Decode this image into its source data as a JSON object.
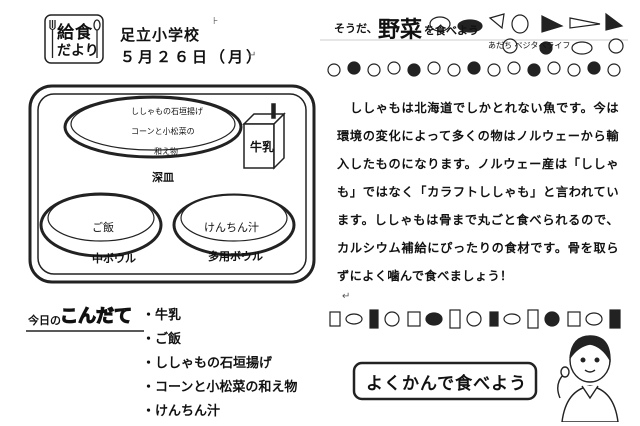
{
  "header": {
    "logo_line1": "給食",
    "logo_line2": "だより",
    "school": "足立小学校",
    "date": "５月２６日（月）"
  },
  "tray": {
    "deep_plate_items": [
      "ししゃもの石垣揚げ",
      "コーンと小松菜の",
      "和え物"
    ],
    "deep_plate_label": "深皿",
    "milk_text": "牛乳",
    "mid_bowl_item": "ご飯",
    "mid_bowl_label": "中ボウル",
    "multi_bowl_item": "けんちん汁",
    "multi_bowl_label": "多用ボウル"
  },
  "banner": {
    "line1_small": "そうだ、",
    "line1_big": "野菜",
    "line1_tail": "を食べよう",
    "line2": "あだち ベジタベライフ"
  },
  "article": {
    "text": "ししゃもは北海道でしかとれない魚です。今は環境の変化によって多くの物はノルウェーから輸入したものになります。ノルウェー産は「ししゃも」ではなく「カラフトししゃも」と言われています。ししゃもは骨まで丸ごと食べられるので、カルシウム補給にぴったりの食材です。骨を取らずによく噛んで食べましょう！"
  },
  "menu": {
    "title_small": "今日の",
    "title_big": "こんだて",
    "items": [
      "・牛乳",
      "・ご飯",
      "・ししゃもの石垣揚げ",
      "・コーンと小松菜の和え物",
      "・けんちん汁"
    ]
  },
  "slogan": {
    "text": "よくかんで食べよう"
  }
}
